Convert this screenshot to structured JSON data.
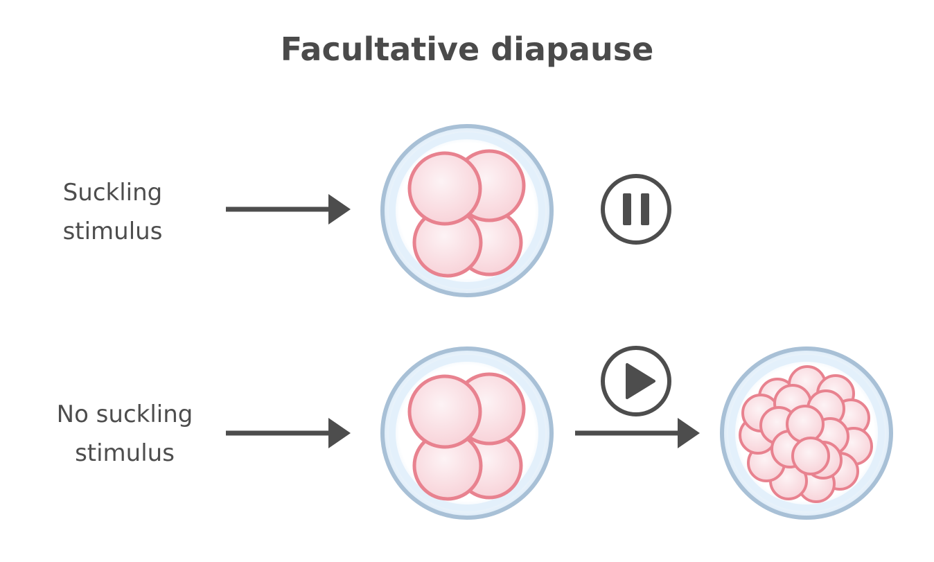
{
  "title": "Facultative diapause",
  "rows": [
    {
      "label_line1": "Suckling",
      "label_line2": "stimulus",
      "state_icon": "pause-icon"
    },
    {
      "label_line1": "No suckling",
      "label_line2": "stimulus",
      "state_icon": "play-icon"
    }
  ],
  "colors": {
    "text": "#4a4a4a",
    "arrow": "#4d4d4d",
    "zona_ring": "#a8c0d6",
    "zona_fill": "#e3f0fb",
    "cell_stroke": "#e8828f",
    "cell_fill": "#fbe0e4"
  }
}
